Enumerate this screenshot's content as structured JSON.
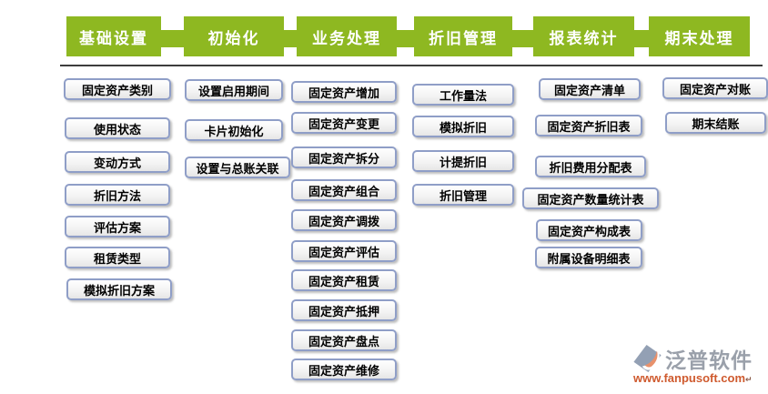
{
  "columns": [
    {
      "tab": "基础设置",
      "items": [
        "固定资产类别",
        "使用状态",
        "变动方式",
        "折旧方法",
        "评估方案",
        "租赁类型",
        "模拟折旧方案"
      ]
    },
    {
      "tab": "初始化",
      "items": [
        "设置启用期间",
        "卡片初始化",
        "设置与总账关联"
      ]
    },
    {
      "tab": "业务处理",
      "items": [
        "固定资产增加",
        "固定资产变更",
        "固定资产拆分",
        "固定资产组合",
        "固定资产调拨",
        "固定资产评估",
        "固定资产租赁",
        "固定资产抵押",
        "固定资产盘点",
        "固定资产维修"
      ]
    },
    {
      "tab": "折旧管理",
      "items": [
        "工作量法",
        "模拟折旧",
        "计提折旧",
        "折旧管理"
      ]
    },
    {
      "tab": "报表统计",
      "items": [
        "固定资产清单",
        "固定资产折旧表",
        "折旧费用分配表",
        "固定资产数量统计表",
        "固定资产构成表",
        "附属设备明细表"
      ]
    },
    {
      "tab": "期末处理",
      "items": [
        "固定资产对账",
        "期末结账"
      ]
    }
  ],
  "logo": {
    "name": "泛普软件",
    "url": "www.fanpusoft.com",
    "url_mark": "↵"
  },
  "colors": {
    "tab_green": "#8eb821",
    "box_border": "#8f9ec7",
    "divider": "#3d3d3d",
    "logo_text": "#9aa0aa",
    "logo_url": "#cf5a2e",
    "logo_icon_gray": "#93a0b4",
    "logo_icon_orange": "#e8916c"
  }
}
